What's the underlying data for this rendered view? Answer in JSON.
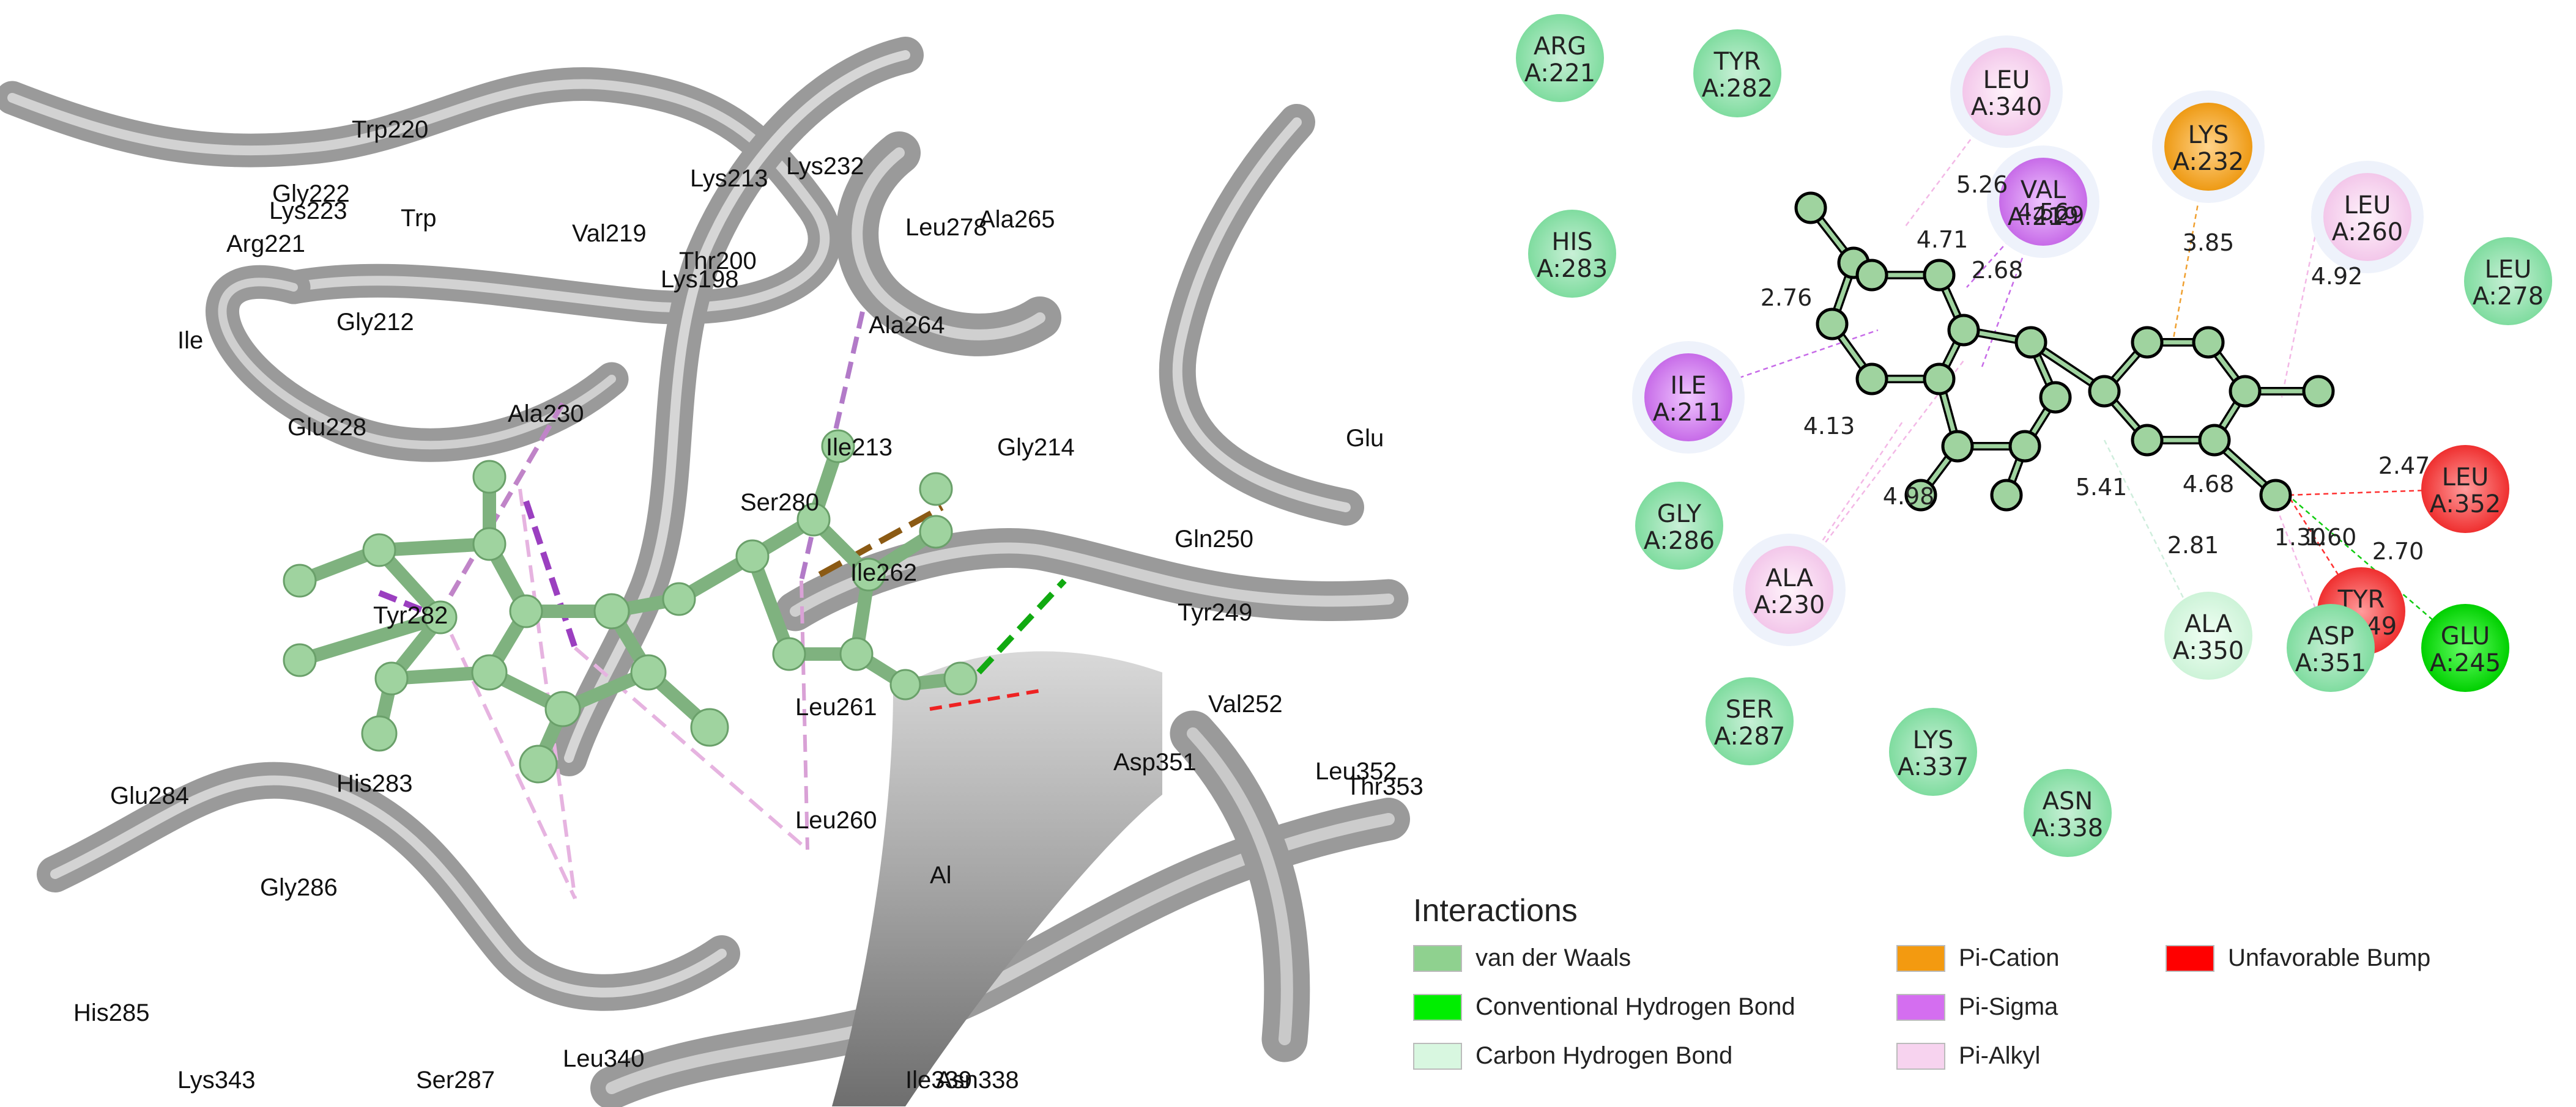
{
  "left_panel": {
    "residue_labels": [
      "Trp220",
      "Gly222",
      "Lys223",
      "Trp",
      "Arg221",
      "Val219",
      "Lys213",
      "Lys232",
      "Leu278",
      "Ala265",
      "Thr200",
      "Lys198",
      "Gly212",
      "Ile",
      "Ala264",
      "Ala230",
      "Glu228",
      "Ile213",
      "Gly214",
      "Glu",
      "Ser280",
      "Ile262",
      "Gln250",
      "Tyr282",
      "Tyr249",
      "Val252",
      "Asp351",
      "Leu261",
      "Glu284",
      "His283",
      "Leu260",
      "Gly286",
      "Al",
      "His285",
      "Leu340",
      "Ser287",
      "Lys343",
      "Ile339",
      "Asn338",
      "Leu352",
      "Thr353"
    ]
  },
  "right_panel": {
    "residues": [
      {
        "name": "ARG",
        "id": "A:221",
        "type": "vdw"
      },
      {
        "name": "TYR",
        "id": "A:282",
        "type": "vdw"
      },
      {
        "name": "LEU",
        "id": "A:340",
        "type": "pi-alkyl"
      },
      {
        "name": "LYS",
        "id": "A:232",
        "type": "pi-cation"
      },
      {
        "name": "VAL",
        "id": "A:219",
        "type": "pi-sigma"
      },
      {
        "name": "LEU",
        "id": "A:260",
        "type": "pi-alkyl"
      },
      {
        "name": "HIS",
        "id": "A:283",
        "type": "vdw"
      },
      {
        "name": "LEU",
        "id": "A:278",
        "type": "vdw"
      },
      {
        "name": "ILE",
        "id": "A:211",
        "type": "pi-sigma"
      },
      {
        "name": "GLY",
        "id": "A:286",
        "type": "vdw"
      },
      {
        "name": "ALA",
        "id": "A:230",
        "type": "pi-alkyl"
      },
      {
        "name": "LEU",
        "id": "A:352",
        "type": "bump"
      },
      {
        "name": "TYR",
        "id": "A:249",
        "type": "bump"
      },
      {
        "name": "ALA",
        "id": "A:350",
        "type": "carbon-h"
      },
      {
        "name": "ASP",
        "id": "A:351",
        "type": "vdw"
      },
      {
        "name": "GLU",
        "id": "A:245",
        "type": "conv-h"
      },
      {
        "name": "SER",
        "id": "A:287",
        "type": "vdw"
      },
      {
        "name": "LYS",
        "id": "A:337",
        "type": "vdw"
      },
      {
        "name": "ASN",
        "id": "A:338",
        "type": "vdw"
      }
    ],
    "distances": [
      "5.26",
      "4.56",
      "4.71",
      "4.29",
      "2.68",
      "3.85",
      "4.92",
      "2.76",
      "4.13",
      "4.98",
      "5.41",
      "4.68",
      "2.47",
      "2.81",
      "1.30",
      "1.60",
      "2.70"
    ]
  },
  "legend": {
    "title": "Interactions",
    "items": [
      {
        "label": "van der Waals",
        "color": "#8fd18f"
      },
      {
        "label": "Conventional Hydrogen Bond",
        "color": "#00ee00"
      },
      {
        "label": "Carbon Hydrogen Bond",
        "color": "#d8f7e0"
      },
      {
        "label": "Pi-Cation",
        "color": "#f39a10"
      },
      {
        "label": "Pi-Sigma",
        "color": "#d46ef0"
      },
      {
        "label": "Pi-Alkyl",
        "color": "#f7d3ef"
      },
      {
        "label": "Unfavorable Bump",
        "color": "#ff0000"
      }
    ]
  }
}
